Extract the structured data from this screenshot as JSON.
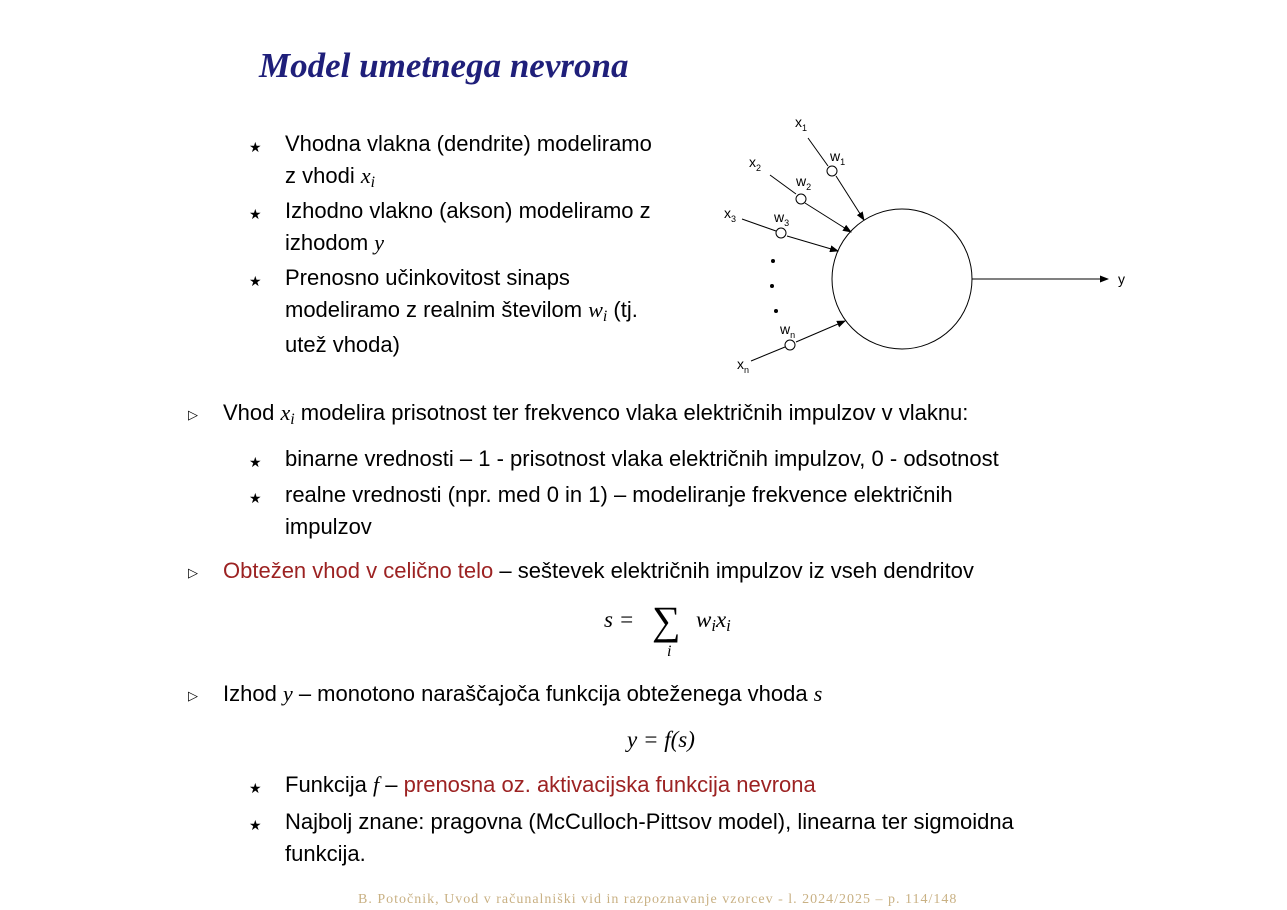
{
  "title": "Model umetnega nevrona",
  "bullets_top": [
    {
      "a": "Vhodna vlakna (dendrite) modeliramo",
      "b": "z vhodi ",
      "var": "x",
      "sub": "i"
    },
    {
      "a": "Izhodno vlakno (akson) modeliramo z",
      "b": "izhodom ",
      "var": "y"
    },
    {
      "a": "Prenosno učinkovitost sinaps",
      "b": "modeliramo z realnim številom ",
      "var": "w",
      "sub": "i",
      "b2": " (tj.",
      "c": "utež vhoda)"
    }
  ],
  "point1": {
    "pre": "Vhod ",
    "var": "x",
    "sub": "i",
    "post": " modelira prisotnost ter frekvenco vlaka električnih impulzov v vlaknu:",
    "items": [
      "binarne vrednosti – 1 - prisotnost vlaka električnih impulzov, 0 - odsotnost",
      "realne vrednosti (npr. med 0 in 1) – modeliranje frekvence električnih",
      "impulzov"
    ]
  },
  "point2": {
    "red": "Obtežen vhod v celično telo",
    "rest": " – seštevek električnih impulzov iz vseh dendritov",
    "eq_lhs": "s =",
    "eq_sum": "∑",
    "eq_index": "i",
    "eq_w": "w",
    "eq_x": "x",
    "eq_sub": "i"
  },
  "point3": {
    "pre": "Izhod ",
    "var": "y",
    "mid": " – monotono naraščajoča funkcija obteženega vhoda ",
    "var2": "s",
    "eq": "y = f(s)",
    "item1_pre": "Funkcija ",
    "item1_var": "f",
    "item1_dash": " – ",
    "item1_red": "prenosna oz. aktivacijska funkcija nevrona",
    "item2": "Najbolj znane: pragovna (McCulloch-Pittsov model), linearna ter sigmoidna",
    "item2b": "funkcija."
  },
  "diagram": {
    "inputs": [
      "x",
      "x",
      "x",
      "x"
    ],
    "input_subs": [
      "1",
      "2",
      "3",
      "n"
    ],
    "weights": [
      "w",
      "w",
      "w",
      "w"
    ],
    "weight_subs": [
      "1",
      "2",
      "3",
      "n"
    ],
    "output": "y"
  },
  "footer": "B. Potočnik, Uvod v računalniški vid in razpoznavanje vzorcev - l. 2024/2025 – p. 114/148"
}
